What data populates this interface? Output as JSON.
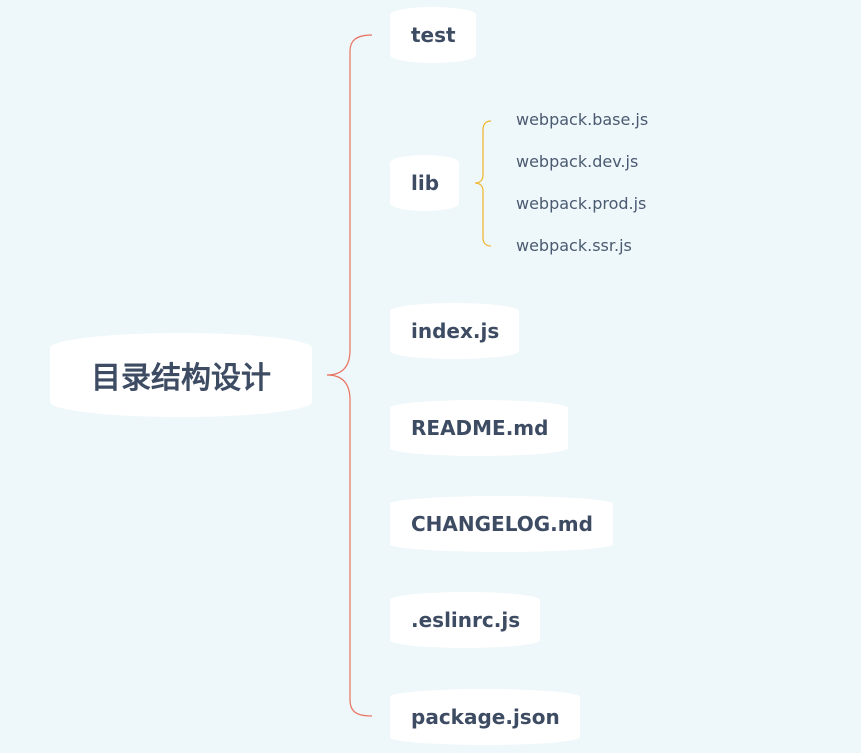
{
  "root": {
    "label": "目录结构设计"
  },
  "children": [
    {
      "label": "test"
    },
    {
      "label": "lib",
      "children": [
        "webpack.base.js",
        "webpack.dev.js",
        "webpack.prod.js",
        "webpack.ssr.js"
      ]
    },
    {
      "label": "index.js"
    },
    {
      "label": "README.md"
    },
    {
      "label": "CHANGELOG.md"
    },
    {
      "label": ".eslinrc.js"
    },
    {
      "label": "package.json"
    }
  ],
  "colors": {
    "background": "#eef7fa",
    "node_fill": "#ffffff",
    "text": "#3d4c63",
    "main_connector": "#e8735f",
    "lib_connector": "#f0b429"
  }
}
